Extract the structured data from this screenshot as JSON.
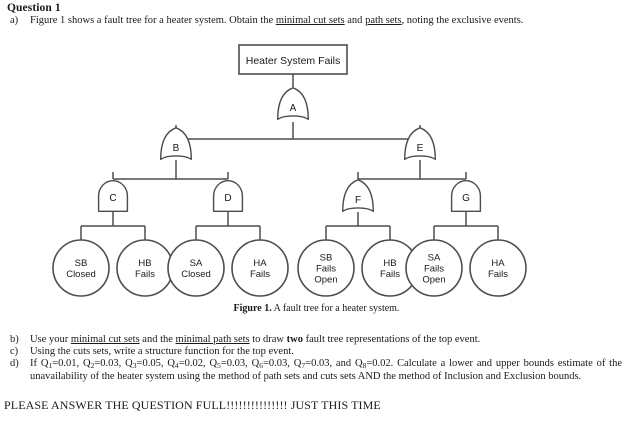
{
  "header": {
    "question_title": "Question 1"
  },
  "items": {
    "a": {
      "marker": "a)",
      "text_1": "Figure 1 shows a fault tree for a heater system. Obtain the ",
      "text_u1": "minimal cut sets",
      "text_2": " and ",
      "text_u2": "path sets",
      "text_3": ", noting the exclusive events."
    },
    "b": {
      "marker": "b)",
      "text_1": "Use your ",
      "text_u1": "minimal cut sets",
      "text_2": " and the ",
      "text_u2": "minimal path sets",
      "text_3": " to draw ",
      "text_b1": "two",
      "text_4": " fault tree representations of the top event."
    },
    "c": {
      "marker": "c)",
      "text_1": "Using the cuts sets, write a structure function for the top event."
    },
    "d": {
      "marker": "d)",
      "lead": "If ",
      "q_list": [
        {
          "sub": "1",
          "val": "=0.01, "
        },
        {
          "sub": "2",
          "val": "=0.03, "
        },
        {
          "sub": "3",
          "val": "=0.05, "
        },
        {
          "sub": "4",
          "val": "=0.02, "
        },
        {
          "sub": "5",
          "val": "=0.03, "
        },
        {
          "sub": "6",
          "val": "=0.03, "
        },
        {
          "sub": "7",
          "val": "=0.03, and "
        },
        {
          "sub": "8",
          "val": "=0.02.  "
        }
      ],
      "tail": "Calculate a lower and upper bounds estimate of the unavailability of the heater system using the method of path sets and cuts sets AND the method of Inclusion and Exclusion bounds."
    }
  },
  "figure": {
    "caption_bold": "Figure 1.",
    "caption_text": " A fault tree for a heater system.",
    "top_event": "Heater System Fails",
    "gates": [
      {
        "id": "A",
        "label": "A",
        "type": "or"
      },
      {
        "id": "B",
        "label": "B",
        "type": "or"
      },
      {
        "id": "C",
        "label": "C",
        "type": "and"
      },
      {
        "id": "D",
        "label": "D",
        "type": "and"
      },
      {
        "id": "E",
        "label": "E",
        "type": "or"
      },
      {
        "id": "F",
        "label": "F",
        "type": "or"
      },
      {
        "id": "G",
        "label": "G",
        "type": "and"
      }
    ],
    "basic_events": [
      {
        "number": "1",
        "lines": [
          "SB",
          "Closed"
        ]
      },
      {
        "number": "2",
        "lines": [
          "HB",
          "Fails"
        ]
      },
      {
        "number": "3",
        "lines": [
          "SA",
          "Closed"
        ]
      },
      {
        "number": "4",
        "lines": [
          "HA",
          "Fails"
        ]
      },
      {
        "number": "5",
        "lines": [
          "SB",
          "Fails",
          "Open"
        ]
      },
      {
        "number": "6",
        "lines": [
          "HB",
          "Fails"
        ]
      },
      {
        "number": "7",
        "lines": [
          "SA",
          "Fails",
          "Open"
        ]
      },
      {
        "number": "8",
        "lines": [
          "HA",
          "Fails"
        ]
      }
    ]
  },
  "footer": {
    "plea": "PLEASE ANSWER THE QUESTION FULL!!!!!!!!!!!!!!! JUST THIS TIME"
  },
  "colors": {
    "stroke": "#4d4d4d",
    "text": "#1a1a1a",
    "background": "#ffffff"
  }
}
